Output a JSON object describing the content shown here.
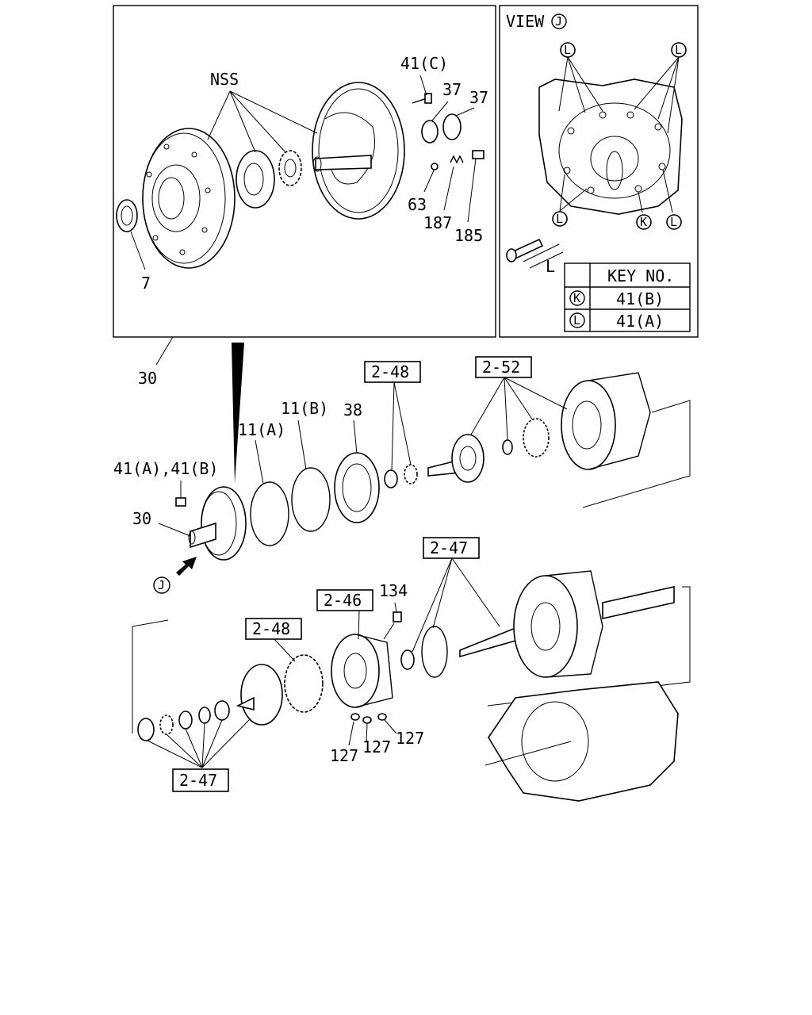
{
  "view": {
    "title": "VIEW",
    "marker": "J",
    "bolt_dim": "L",
    "table": {
      "header": "KEY NO.",
      "rows": [
        {
          "key": "K",
          "value": "41(B)"
        },
        {
          "key": "L",
          "value": "41(A)"
        }
      ]
    },
    "markers": [
      "L",
      "L",
      "L",
      "K",
      "L"
    ]
  },
  "inset_labels": {
    "nss": "NSS",
    "p41c": "41(C)",
    "p37a": "37",
    "p37b": "37",
    "p63": "63",
    "p187": "187",
    "p185": "185",
    "p7": "7",
    "p30": "30"
  },
  "main_labels": {
    "p41ab": "41(A),41(B)",
    "p30": "30",
    "p11a": "11(A)",
    "p11b": "11(B)",
    "p38": "38",
    "p134": "134",
    "p127a": "127",
    "p127b": "127",
    "p127c": "127",
    "arrow_marker": "J"
  },
  "boxed_refs": {
    "r248a": "2-48",
    "r252": "2-52",
    "r247a": "2-47",
    "r246": "2-46",
    "r248b": "2-48",
    "r247b": "2-47"
  }
}
